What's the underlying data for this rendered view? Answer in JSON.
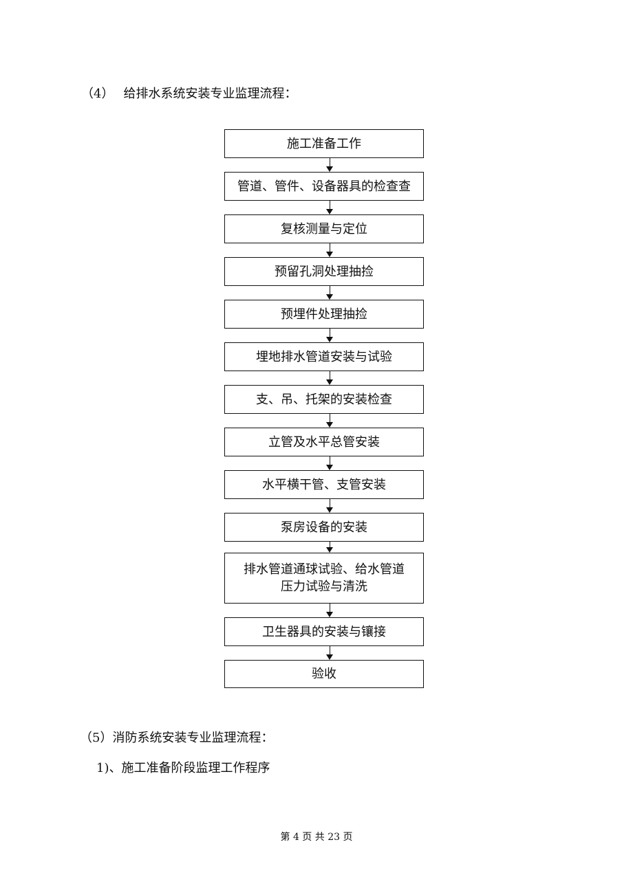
{
  "section4": {
    "number": "（4）",
    "title": "给排水系统安装专业监理流程："
  },
  "flowchart": {
    "steps": [
      "施工准备工作",
      "管道、管件、设备器具的检查查",
      "复核测量与定位",
      "预留孔洞处理抽捡",
      "预埋件处理抽捡",
      "埋地排水管道安装与试验",
      "支、吊、托架的安装检查",
      "立管及水平总管安装",
      "水平横干管、支管安装",
      "泵房设备的安装",
      "排水管道通球试验、给水管道压力试验与清洗",
      "卫生器具的安装与镶接",
      "验收"
    ]
  },
  "section5": {
    "title": "（5）消防系统安装专业监理流程："
  },
  "subsection1": {
    "title": "1)、施工准备阶段监理工作程序"
  },
  "footer": {
    "page_text": "第 4 页 共 23 页"
  }
}
